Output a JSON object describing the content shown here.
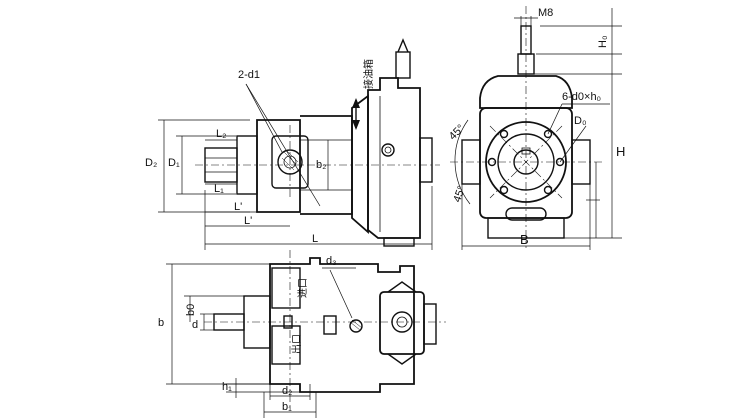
{
  "labels": {
    "m8": "M8",
    "h0": "H₀",
    "h": "H",
    "b_width": "B",
    "holes": "6-d0×h₀",
    "d0_circle": "D₀",
    "angle_top": "45°",
    "angle_bottom": "45°",
    "two_d1": "2-d1",
    "oil_return_port": "接油箱",
    "l2": "L₂",
    "l1_small": "L₁",
    "l_prime_small": "L'",
    "l_prime": "L'",
    "l": "L",
    "d2": "D₂",
    "d1": "D₁",
    "b2": "b₂",
    "d3": "d₃",
    "b0": "b0",
    "d": "d",
    "b": "b",
    "h1": "h₁",
    "d2_lower": "d₂",
    "b1": "b₁",
    "inlet": "进口",
    "outlet": "出口"
  }
}
